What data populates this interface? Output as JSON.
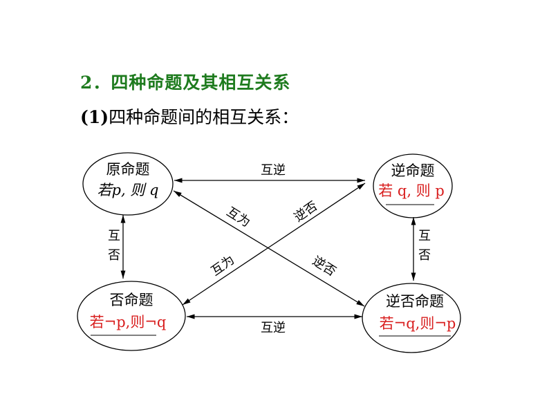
{
  "heading": "2．四种命题及其相互关系",
  "subheading_num": "(1)",
  "subheading": "四种命题间的相互关系：",
  "nodes": {
    "original": {
      "title": "原命题",
      "form": "若p, 则 q"
    },
    "converse": {
      "title": "逆命题",
      "form": "若 q, 则 p"
    },
    "inverse": {
      "title": "否命题",
      "form": "若¬p,则¬q"
    },
    "contrapositive": {
      "title": "逆否命题",
      "form": "若¬q,则¬p"
    }
  },
  "relations": {
    "top": "互逆",
    "bottom": "互逆",
    "left_1": "互",
    "left_2": "否",
    "right_1": "互",
    "right_2": "否",
    "diag_mutual_1": "互为",
    "diag_contra_1": "逆否",
    "diag_mutual_2": "互为",
    "diag_contra_2": "逆否"
  },
  "colors": {
    "heading": "#1e7b1e",
    "answer": "#d81e1e"
  }
}
